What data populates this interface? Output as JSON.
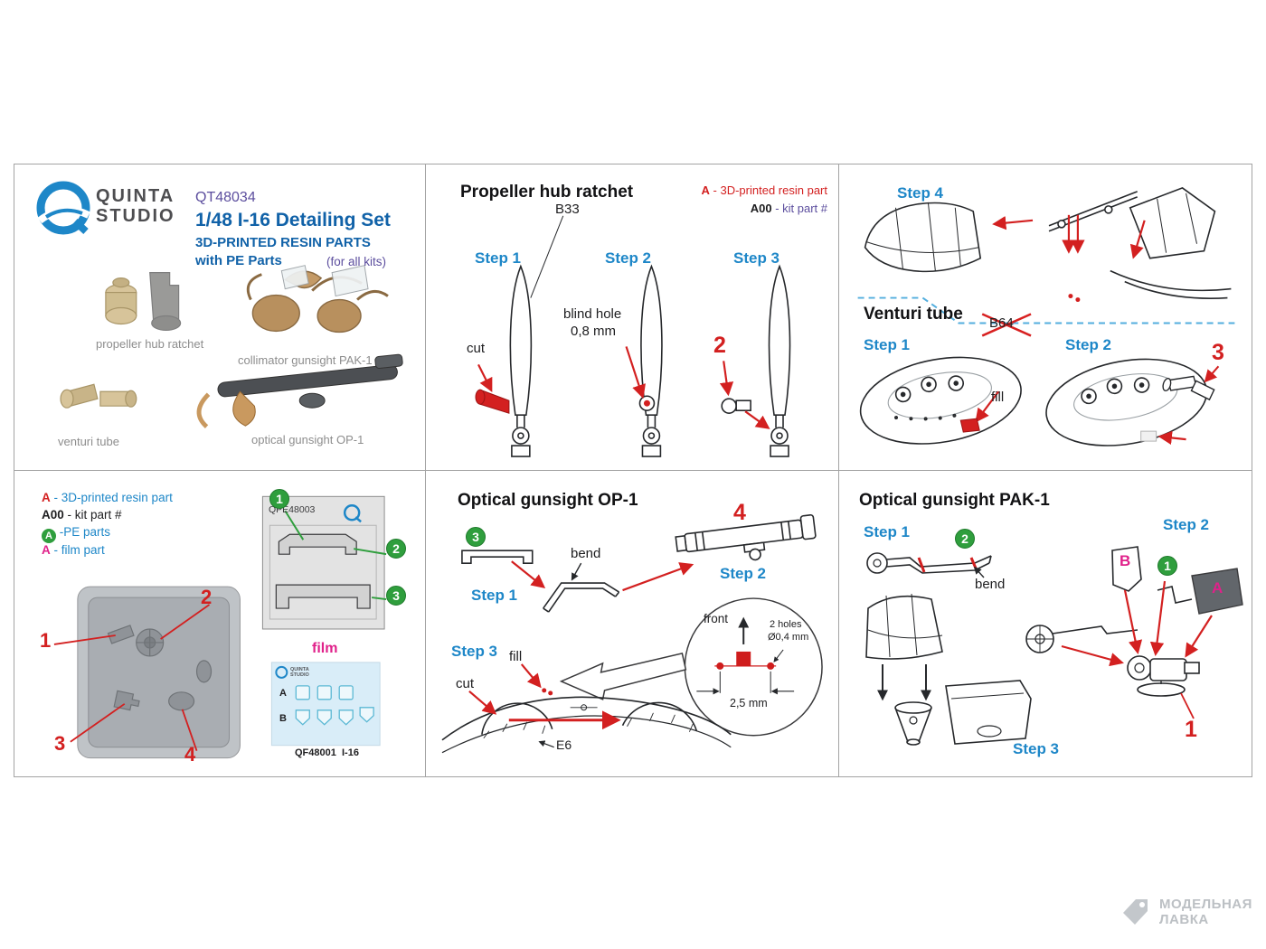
{
  "colors": {
    "step_blue": "#1e87c8",
    "title_blue": "#1162a8",
    "purple": "#5c4e9e",
    "red": "#d32020",
    "green": "#2f9e3d",
    "magenta": "#e0218a",
    "gray_text": "#8d8d8d"
  },
  "header": {
    "brand_line1": "QUINTA",
    "brand_line2": "STUDIO",
    "code": "QT48034",
    "title": "1/48 I-16 Detailing Set",
    "subtitle1": "3D-PRINTED RESIN PARTS",
    "subtitle2": "with PE Parts",
    "note": "(for all kits)"
  },
  "photos": {
    "caption_hub": "propeller hub ratchet",
    "caption_pak1": "collimator gunsight PAK-1",
    "caption_venturi": "venturi tube",
    "caption_op1": "optical gunsight OP-1"
  },
  "legend_top": {
    "a": "A",
    "a_desc": "- 3D-printed resin part",
    "a00": "A00",
    "a00_desc": "- kit part #"
  },
  "legend_bottom": {
    "a": "A",
    "a_desc": "- 3D-printed resin part",
    "a00": "A00",
    "a00_desc": "- kit part #",
    "pe": "A",
    "pe_desc": "-PE parts",
    "film": "A",
    "film_desc": "- film part"
  },
  "propeller": {
    "title": "Propeller hub ratchet",
    "step1": "Step 1",
    "step2": "Step 2",
    "step3": "Step 3",
    "b33": "B33",
    "cut": "cut",
    "blind_hole_line1": "blind hole",
    "blind_hole_line2": "0,8 mm",
    "part2": "2"
  },
  "venturi": {
    "step4": "Step 4",
    "title": "Venturi tube",
    "b64": "B64",
    "step1": "Step 1",
    "step2": "Step 2",
    "fill": "fill",
    "part3": "3"
  },
  "sheets": {
    "pe_code": "QPE48003",
    "pe_num1": "1",
    "pe_num2": "2",
    "pe_num3": "3",
    "box_num1": "1",
    "box_num2": "2",
    "box_num3": "3",
    "box_num4": "4",
    "film_label": "film",
    "film_row_a": "A",
    "film_row_b": "B",
    "film_code": "QF48001  I-16"
  },
  "op1": {
    "title": "Optical gunsight OP-1",
    "pe_num3": "3",
    "bend": "bend",
    "step1": "Step 1",
    "part4": "4",
    "step2": "Step 2",
    "front": "front",
    "holes_line1": "2 holes",
    "holes_line2": "Ø0,4 mm",
    "dim": "2,5 mm",
    "step3": "Step 3",
    "fill": "fill",
    "cut": "cut",
    "e6": "E6"
  },
  "pak1": {
    "title": "Optical gunsight PAK-1",
    "step1": "Step 1",
    "pe_num2": "2",
    "bend": "bend",
    "step2": "Step 2",
    "part_b": "B",
    "pe_num1": "1",
    "part_a": "A",
    "step3": "Step 3",
    "part1": "1"
  },
  "watermark": {
    "line1": "МОДЕЛЬНАЯ",
    "line2": "ЛАВКА"
  }
}
